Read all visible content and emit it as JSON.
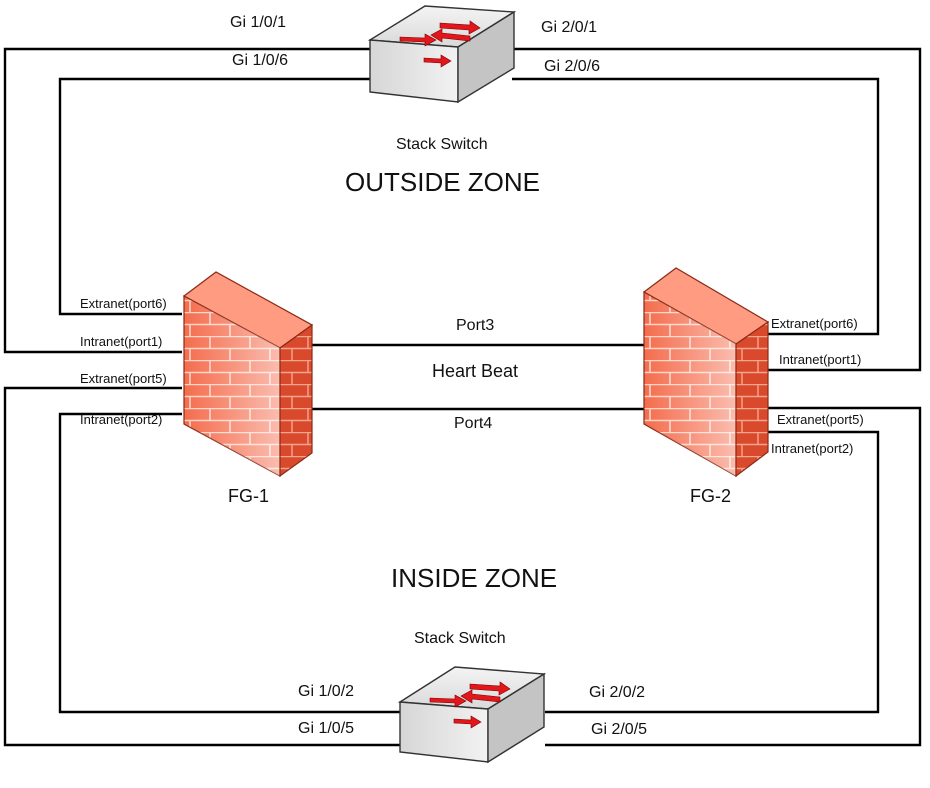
{
  "colors": {
    "line": "#000000",
    "switch_top": "#eaeaea",
    "switch_front": "#e0e0e0",
    "switch_side": "#c8c8c8",
    "arrow": "#e3161b",
    "firewall_front": "#f26b4a",
    "firewall_side": "#d8482c",
    "firewall_top": "#ff9a7c"
  },
  "labels": {
    "outside_zone": "OUTSIDE ZONE",
    "inside_zone": "INSIDE ZONE",
    "top_switch": "Stack Switch",
    "bottom_switch": "Stack Switch",
    "fg1": "FG-1",
    "fg2": "FG-2",
    "port3": "Port3",
    "heart_beat": "Heart Beat",
    "port4": "Port4"
  },
  "switch_ports": {
    "top_left_1": "Gi 1/0/1",
    "top_left_2": "Gi 1/0/6",
    "top_right_1": "Gi 2/0/1",
    "top_right_2": "Gi 2/0/6",
    "bottom_left_1": "Gi 1/0/2",
    "bottom_left_2": "Gi 1/0/5",
    "bottom_right_1": "Gi 2/0/2",
    "bottom_right_2": "Gi 2/0/5"
  },
  "fg1_ports": {
    "extranet6": "Extranet(port6)",
    "intranet1": "Intranet(port1)",
    "extranet5": "Extranet(port5)",
    "intranet2": "Intranet(port2)"
  },
  "fg2_ports": {
    "extranet6": "Extranet(port6)",
    "intranet1": "Intranet(port1)",
    "extranet5": "Extranet(port5)",
    "intranet2": "Intranet(port2)"
  },
  "icons": {
    "switch": "network-switch-icon",
    "firewall": "firewall-icon"
  }
}
